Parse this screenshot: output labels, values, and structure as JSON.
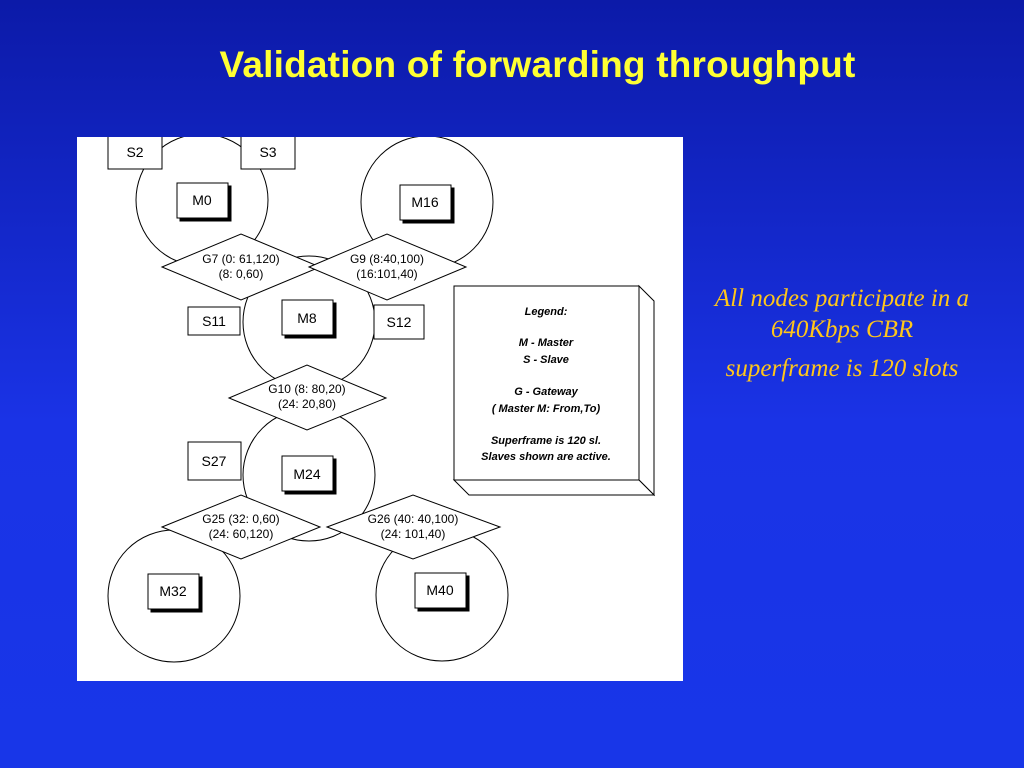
{
  "slide": {
    "title": "Validation of forwarding throughput",
    "notes": [
      "All nodes participate in a 640Kbps CBR",
      "superframe is 120 slots"
    ]
  },
  "diagram": {
    "masters": [
      {
        "id": "M0",
        "label": "M0"
      },
      {
        "id": "M16",
        "label": "M16"
      },
      {
        "id": "M8",
        "label": "M8"
      },
      {
        "id": "M24",
        "label": "M24"
      },
      {
        "id": "M32",
        "label": "M32"
      },
      {
        "id": "M40",
        "label": "M40"
      }
    ],
    "slaves": [
      {
        "id": "S2",
        "label": "S2"
      },
      {
        "id": "S3",
        "label": "S3"
      },
      {
        "id": "S11",
        "label": "S11"
      },
      {
        "id": "S12",
        "label": "S12"
      },
      {
        "id": "S27",
        "label": "S27"
      }
    ],
    "gateways": [
      {
        "id": "G7",
        "lines": [
          "G7 (0: 61,120)",
          "(8: 0,60)"
        ]
      },
      {
        "id": "G9",
        "lines": [
          "G9 (8:40,100)",
          "(16:101,40)"
        ]
      },
      {
        "id": "G10",
        "lines": [
          "G10 (8: 80,20)",
          "(24: 20,80)"
        ]
      },
      {
        "id": "G25",
        "lines": [
          "G25 (32: 0,60)",
          "(24: 60,120)"
        ]
      },
      {
        "id": "G26",
        "lines": [
          "G26 (40: 40,100)",
          "(24: 101,40)"
        ]
      }
    ],
    "legend": {
      "title": "Legend:",
      "lines": [
        "M - Master",
        "S - Slave",
        "G - Gateway",
        "( Master M: From,To)",
        "Superframe is 120 sl.",
        "Slaves shown are active."
      ]
    }
  },
  "colors": {
    "background": "#1836e8",
    "title": "#ffff33",
    "notes": "#ffc61a",
    "diagram_bg": "#ffffff",
    "ink": "#000000"
  }
}
